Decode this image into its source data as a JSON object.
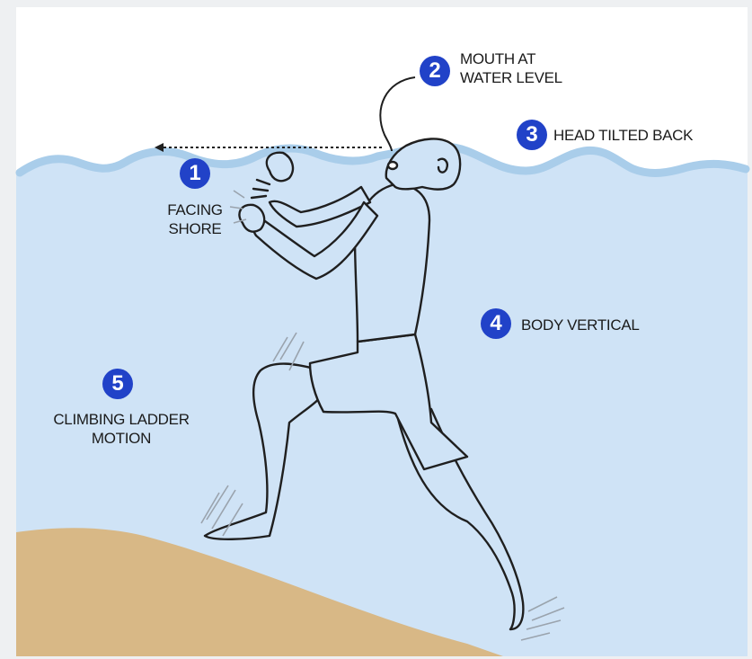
{
  "colors": {
    "sky": "#ffffff",
    "water": "#cfe3f6",
    "wave_crest": "#a9cdea",
    "sand": "#d8b886",
    "badge": "#2142c8",
    "outline": "#1f1f1f",
    "frame": "#eef0f2"
  },
  "labels": [
    {
      "number": "1",
      "text_lines": [
        "FACING",
        "SHORE"
      ]
    },
    {
      "number": "2",
      "text_lines": [
        "MOUTH AT",
        "WATER LEVEL"
      ]
    },
    {
      "number": "3",
      "text_lines": [
        "HEAD TILTED BACK"
      ]
    },
    {
      "number": "4",
      "text_lines": [
        "BODY VERTICAL"
      ]
    },
    {
      "number": "5",
      "text_lines": [
        "CLIMBING LADDER",
        "MOTION"
      ]
    }
  ],
  "icons": [
    "swimmer-figure",
    "direction-arrow",
    "leader-line",
    "motion-lines"
  ]
}
